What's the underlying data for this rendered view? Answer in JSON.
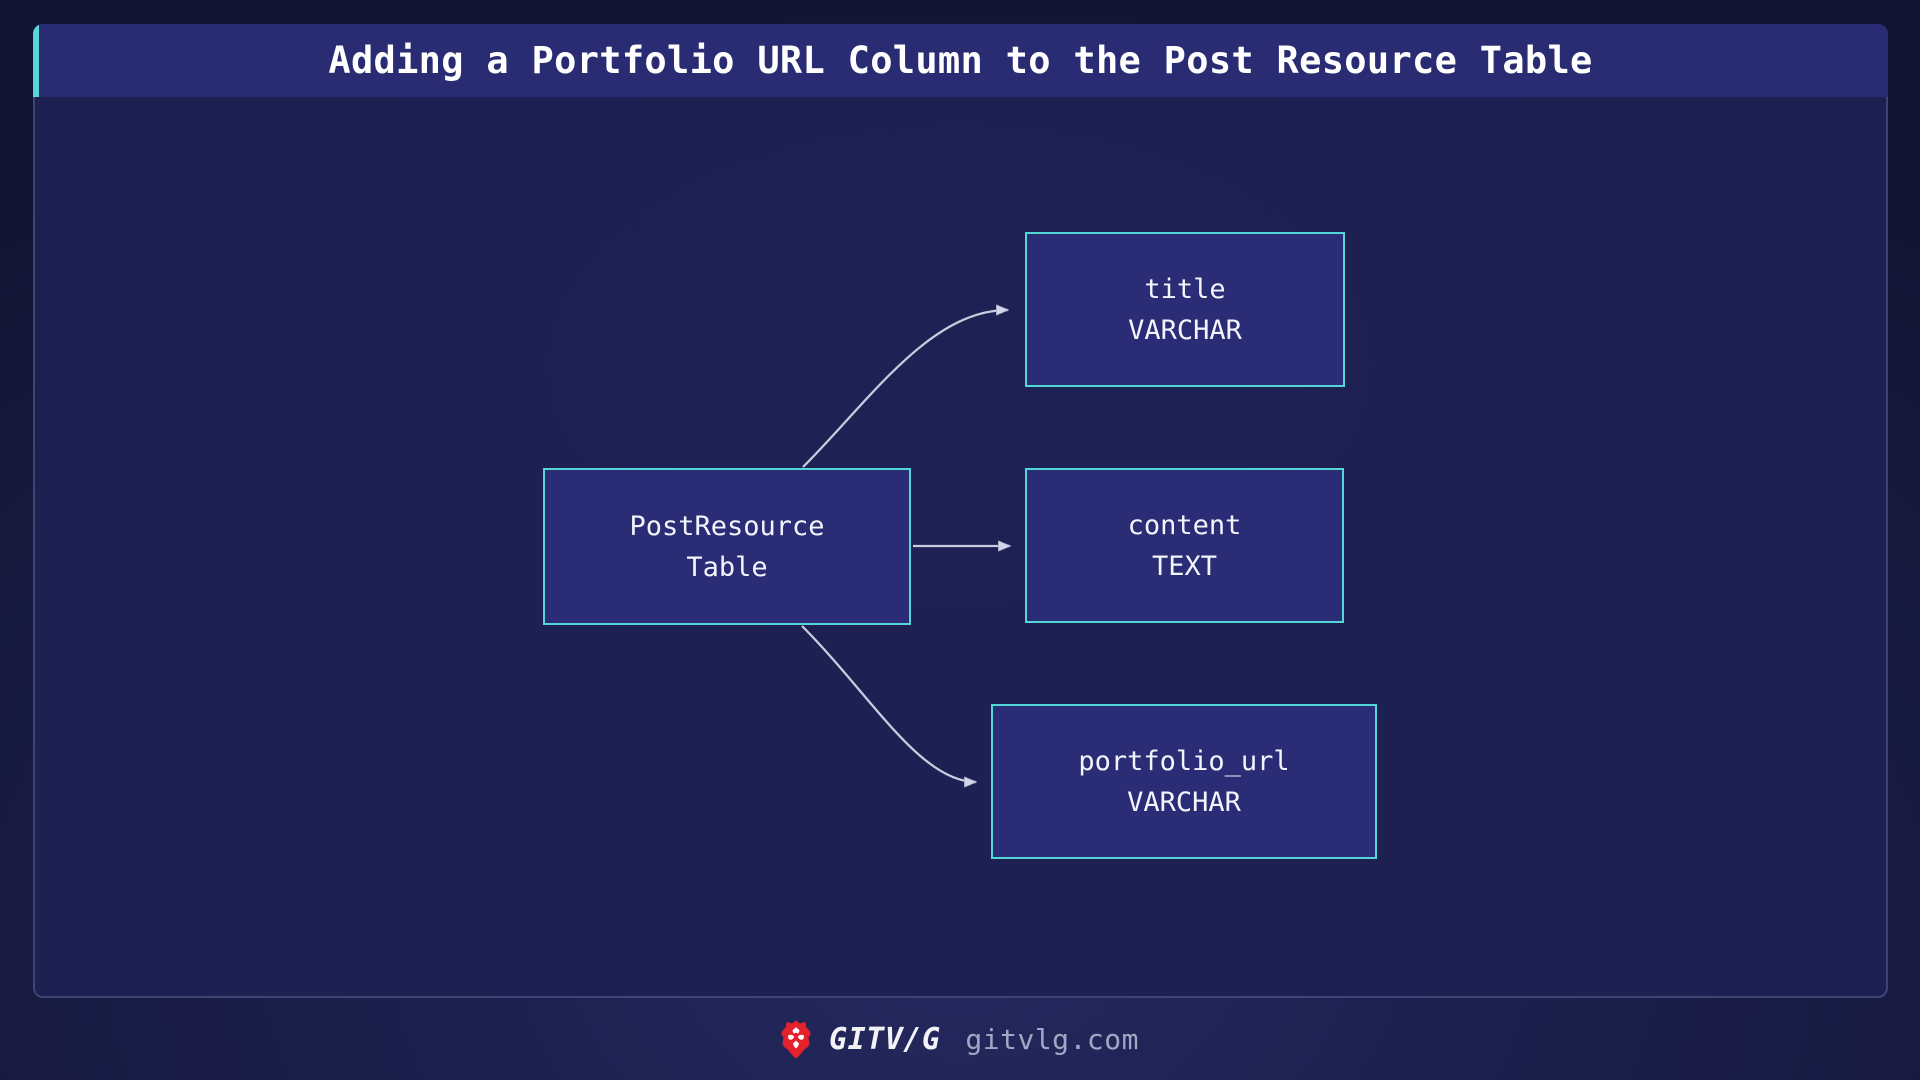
{
  "header": {
    "title": "Adding a Portfolio URL Column to the Post Resource Table"
  },
  "diagram": {
    "nodes": [
      {
        "id": "post-resource-table",
        "lines": [
          "PostResource",
          "Table"
        ]
      },
      {
        "id": "title-column",
        "lines": [
          "title",
          "VARCHAR"
        ]
      },
      {
        "id": "content-column",
        "lines": [
          "content",
          "TEXT"
        ]
      },
      {
        "id": "portfolio-url-column",
        "lines": [
          "portfolio_url",
          "VARCHAR"
        ]
      }
    ],
    "edges": [
      {
        "from": "post-resource-table",
        "to": "title-column"
      },
      {
        "from": "post-resource-table",
        "to": "content-column"
      },
      {
        "from": "post-resource-table",
        "to": "portfolio-url-column"
      }
    ]
  },
  "footer": {
    "logo_icon": "lion-icon",
    "brand": "GITV/G",
    "domain": "gitvlg.com"
  },
  "colors": {
    "accent_cyan": "#56d8d8",
    "node_border": "#53d6d6",
    "node_fill": "#2a2d75",
    "header_bg": "#292c72",
    "panel_bg": "#1d2051",
    "arrow": "#c9ccdf",
    "logo_red": "#e3222d",
    "domain_gray": "#a0a6c4"
  }
}
